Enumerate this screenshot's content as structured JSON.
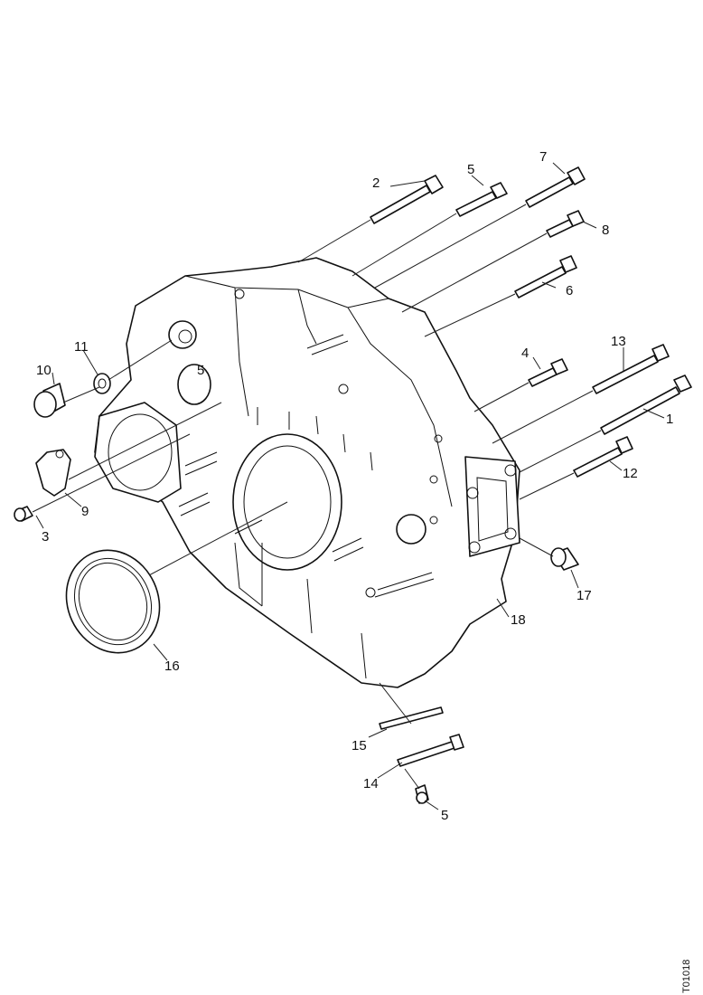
{
  "diagram": {
    "document_id": "T01018",
    "callouts": {
      "c1": "1",
      "c2": "2",
      "c3": "3",
      "c4": "4",
      "c5a": "5",
      "c5b": "5",
      "c5c": "5",
      "c6": "6",
      "c7": "7",
      "c8": "8",
      "c9": "9",
      "c10": "10",
      "c11": "11",
      "c12": "12",
      "c13": "13",
      "c14": "14",
      "c15": "15",
      "c16": "16",
      "c17": "17",
      "c18": "18"
    }
  }
}
